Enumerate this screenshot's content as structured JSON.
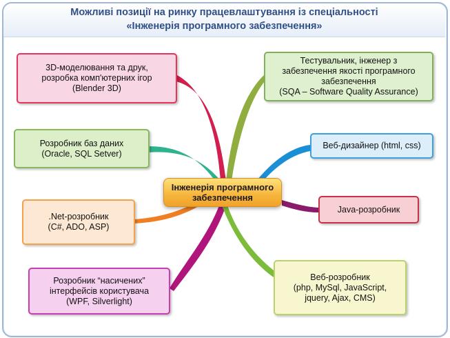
{
  "header": {
    "title_line1": "Можливі позиції на ринку працевлаштування із спеціальності",
    "title_line2": "«Інженерія програмного забезпечення»"
  },
  "center": {
    "label": "Інженерія програмного\nзабезпечення"
  },
  "nodes": {
    "modeling": "3D-моделювання та друк,\nрозробка комп'ютерних ігор\n(Blender 3D)",
    "databases": "Розробник баз даних\n(Oracle, SQL Setver)",
    "dotnet": ".Net-розробник\n(C#, ADO, ASP)",
    "rich_ui": "Розробник “насичених”\nінтерфейсів користувача\n(WPF, Silverlight)",
    "qa": "Тестувальник, інженер з\nзабезпечення якості програмного\nзабезпечення\n(SQA – Software Quality Assurance)",
    "web_designer": "Веб-дизайнер (html, css)",
    "java": "Java-розробник",
    "web_dev": "Веб-розробник\n(php, MySql, JavaScript,\njquery, Ajax, CMS)"
  },
  "colors": {
    "branch_modeling": "#d11f4f",
    "branch_databases": "#2fb38e",
    "branch_dotnet": "#f07e22",
    "branch_rich_ui": "#b0157c",
    "branch_qa": "#8fae3f",
    "branch_web_designer": "#1a8fd6",
    "branch_java": "#8a1a6a",
    "branch_web_dev": "#7dbb3a"
  }
}
